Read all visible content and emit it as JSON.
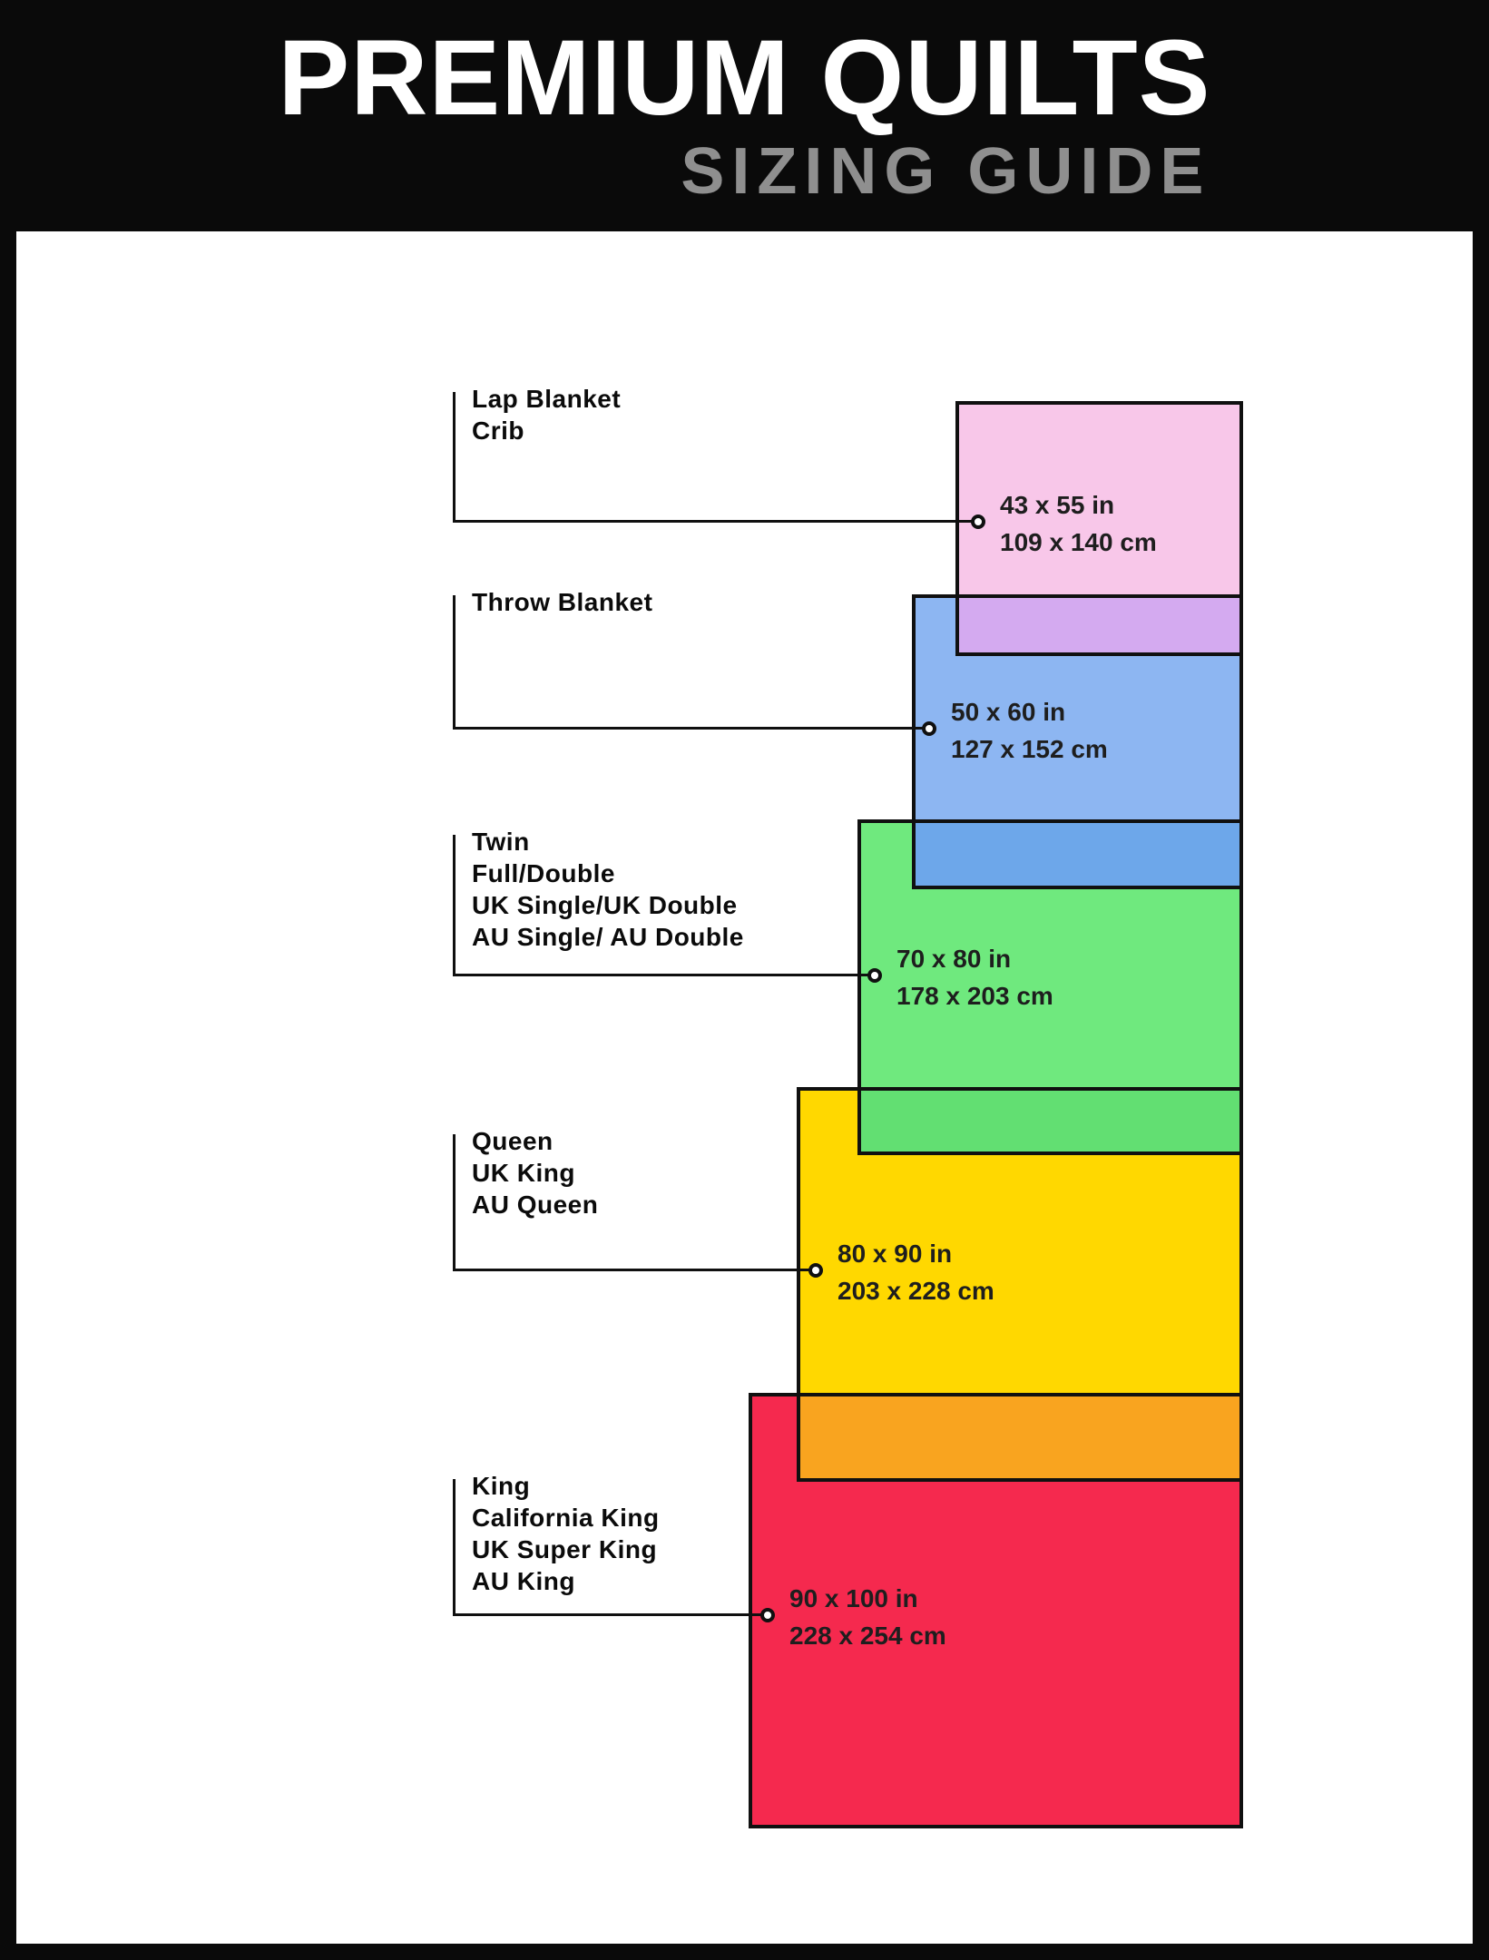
{
  "header": {
    "title": "PREMIUM QUILTS",
    "subtitle": "SIZING GUIDE"
  },
  "chart_data": {
    "type": "diagram",
    "title": "Premium Quilts Sizing Guide",
    "items": [
      {
        "labels": [
          "Lap Blanket",
          "Crib"
        ],
        "inches": "43 x 55 in",
        "cm": "109 x 140 cm",
        "width_in": 43,
        "height_in": 55,
        "width_cm": 109,
        "height_cm": 140,
        "color": "#f8c7e9"
      },
      {
        "labels": [
          "Throw Blanket"
        ],
        "inches": "50 x 60 in",
        "cm": "127 x 152 cm",
        "width_in": 50,
        "height_in": 60,
        "width_cm": 127,
        "height_cm": 152,
        "color": "#8db6f2"
      },
      {
        "labels": [
          "Twin",
          "Full/Double",
          "UK Single/UK Double",
          "AU Single/ AU Double"
        ],
        "inches": "70 x 80 in",
        "cm": "178 x 203 cm",
        "width_in": 70,
        "height_in": 80,
        "width_cm": 178,
        "height_cm": 203,
        "color": "#6fe97e"
      },
      {
        "labels": [
          "Queen",
          "UK King",
          "AU Queen"
        ],
        "inches": "80 x 90 in",
        "cm": "203 x 228 cm",
        "width_in": 80,
        "height_in": 90,
        "width_cm": 203,
        "height_cm": 228,
        "color": "#ffd800"
      },
      {
        "labels": [
          "King",
          "California King",
          "UK Super King",
          "AU King"
        ],
        "inches": "90 x 100 in",
        "cm": "228 x 254 cm",
        "width_in": 90,
        "height_in": 100,
        "width_cm": 228,
        "height_cm": 254,
        "color": "#f5294e"
      }
    ],
    "overlaps": [
      {
        "between": "lap-crib / throw",
        "color": "#d4aaf0"
      },
      {
        "between": "throw / twin",
        "color": "#6da7ea"
      },
      {
        "between": "twin / queen",
        "color": "#62df72"
      },
      {
        "between": "queen / king",
        "color": "#f9a41f"
      }
    ],
    "colors": {
      "header_bg": "#0a0a0a",
      "title_text": "#ffffff",
      "subtitle_text": "#8f8f8f",
      "panel_bg": "#ffffff",
      "outline": "#101010"
    }
  }
}
